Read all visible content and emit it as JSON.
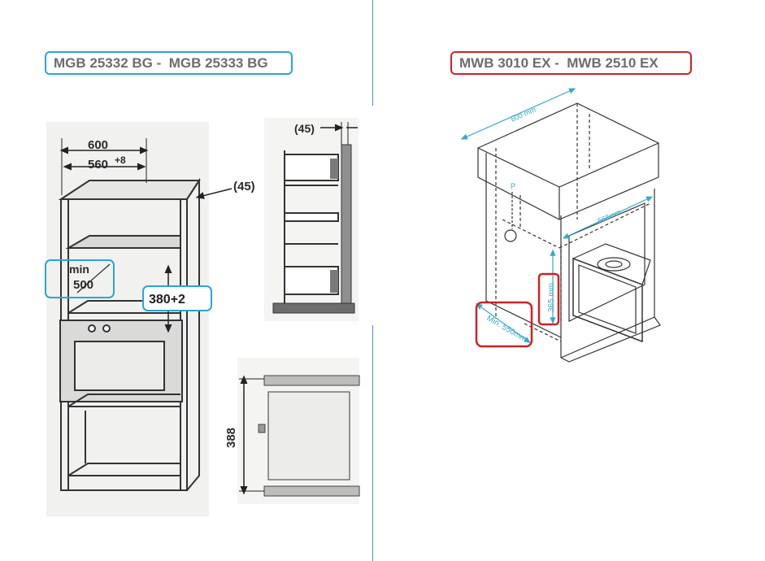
{
  "left_panel": {
    "title": "MGB 25332 BG -  MGB 25333 BG",
    "dims": {
      "width_outer": "600",
      "width_inner_base": "560",
      "width_inner_tol": "+8",
      "gap": "(45)",
      "min_label": "min",
      "min_value": "500",
      "niche_height": "380+2",
      "side_gap": "(45)",
      "niche_depth_height": "388"
    }
  },
  "right_panel": {
    "title": "MWB 3010 EX -  MWB 2510 EX",
    "dims": {
      "cabinet_width": "600 mm",
      "niche_width": "568mm",
      "niche_height": "365 mm",
      "min_depth": "Min. 550mm",
      "p_label": "P"
    }
  },
  "colors": {
    "left_accent": "#2aa4d8",
    "right_accent": "#cc2222",
    "divider": "#5b87b8",
    "cyan_dims": "#3aa8c8"
  }
}
